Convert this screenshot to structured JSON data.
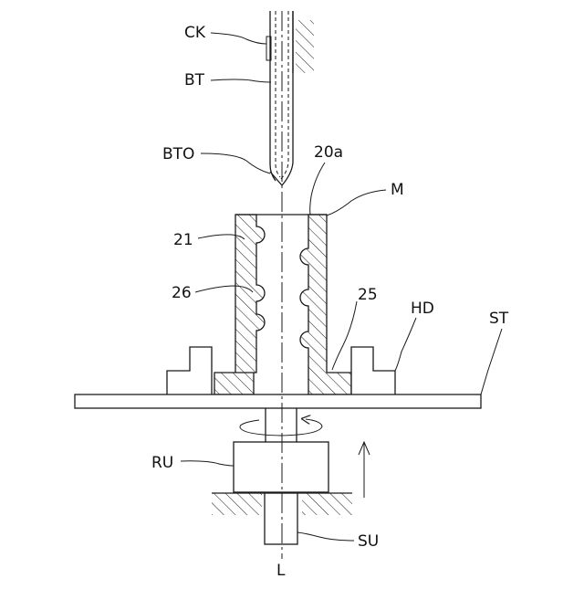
{
  "labels": {
    "ck": "CK",
    "bt": "BT",
    "bto": "BTO",
    "ref_20a": "20a",
    "m": "M",
    "ref_21": "21",
    "ref_26": "26",
    "ref_25": "25",
    "hd": "HD",
    "st": "ST",
    "ru": "RU",
    "su": "SU",
    "l": "L"
  },
  "colors": {
    "line": "#1a1a1a",
    "background": "#ffffff"
  },
  "icons": {
    "rotation": "rotation-arrow-icon",
    "movement": "up-arrow-icon"
  }
}
